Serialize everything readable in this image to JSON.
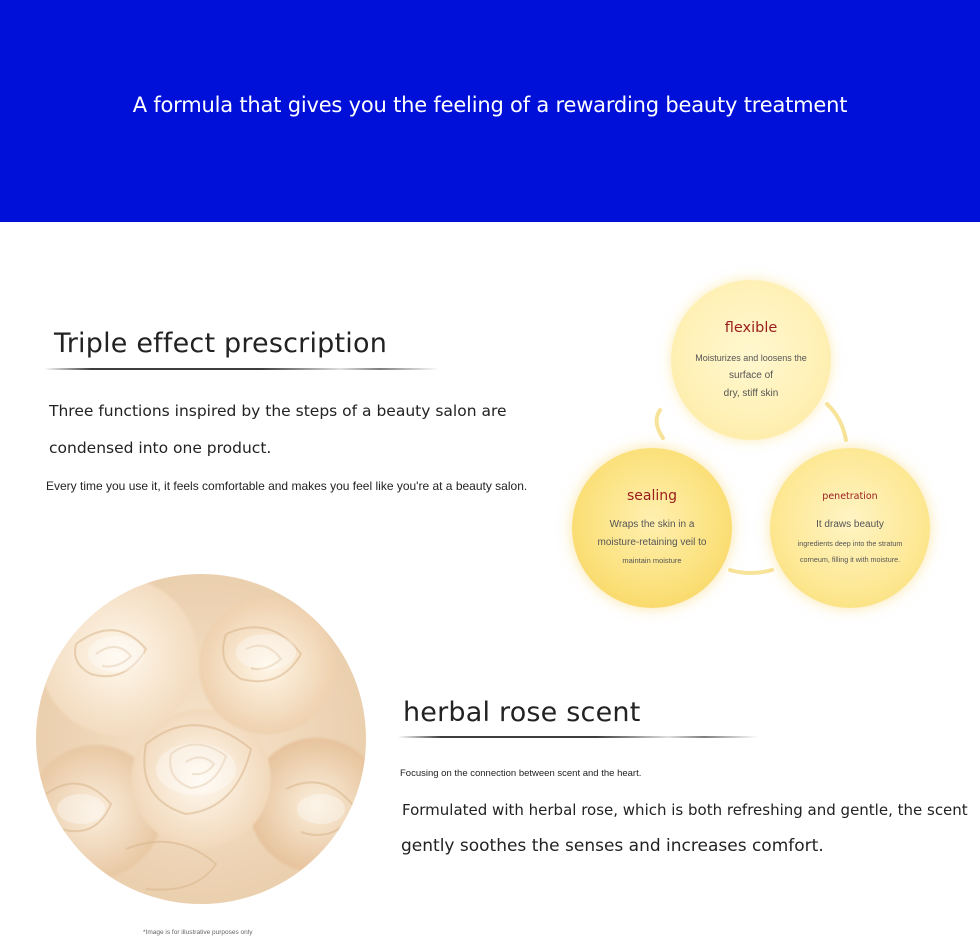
{
  "banner": {
    "title": "A formula that gives you the feeling of a rewarding beauty treatment",
    "background": "#0010d8"
  },
  "triple": {
    "heading": "Triple effect prescription",
    "line1": "Three functions inspired by the steps of a beauty salon are",
    "line2": "condensed into one product.",
    "line3": "Every time you use it, it feels comfortable and makes you feel like you're at a beauty salon."
  },
  "diagram": {
    "flexible": {
      "title": "flexible",
      "lines": [
        "Moisturizes and loosens the",
        "surface of",
        "dry, stiff skin"
      ]
    },
    "sealing": {
      "title": "sealing",
      "lines": [
        "Wraps the skin in a",
        "moisture-retaining veil to",
        "maintain moisture"
      ]
    },
    "penetration": {
      "title": "penetration",
      "lines": [
        "It draws beauty",
        "ingredients deep into the stratum",
        "corneum, filling it with moisture."
      ]
    },
    "accent_color": "#9a1d1d"
  },
  "scent": {
    "heading": "herbal rose scent",
    "subline": "Focusing on the connection between scent and the heart.",
    "line1": "Formulated with herbal rose, which is both refreshing and gentle, the scent",
    "line2": "gently soothes the senses and increases comfort."
  },
  "image": {
    "caption": "*Image is for illustrative purposes only"
  }
}
